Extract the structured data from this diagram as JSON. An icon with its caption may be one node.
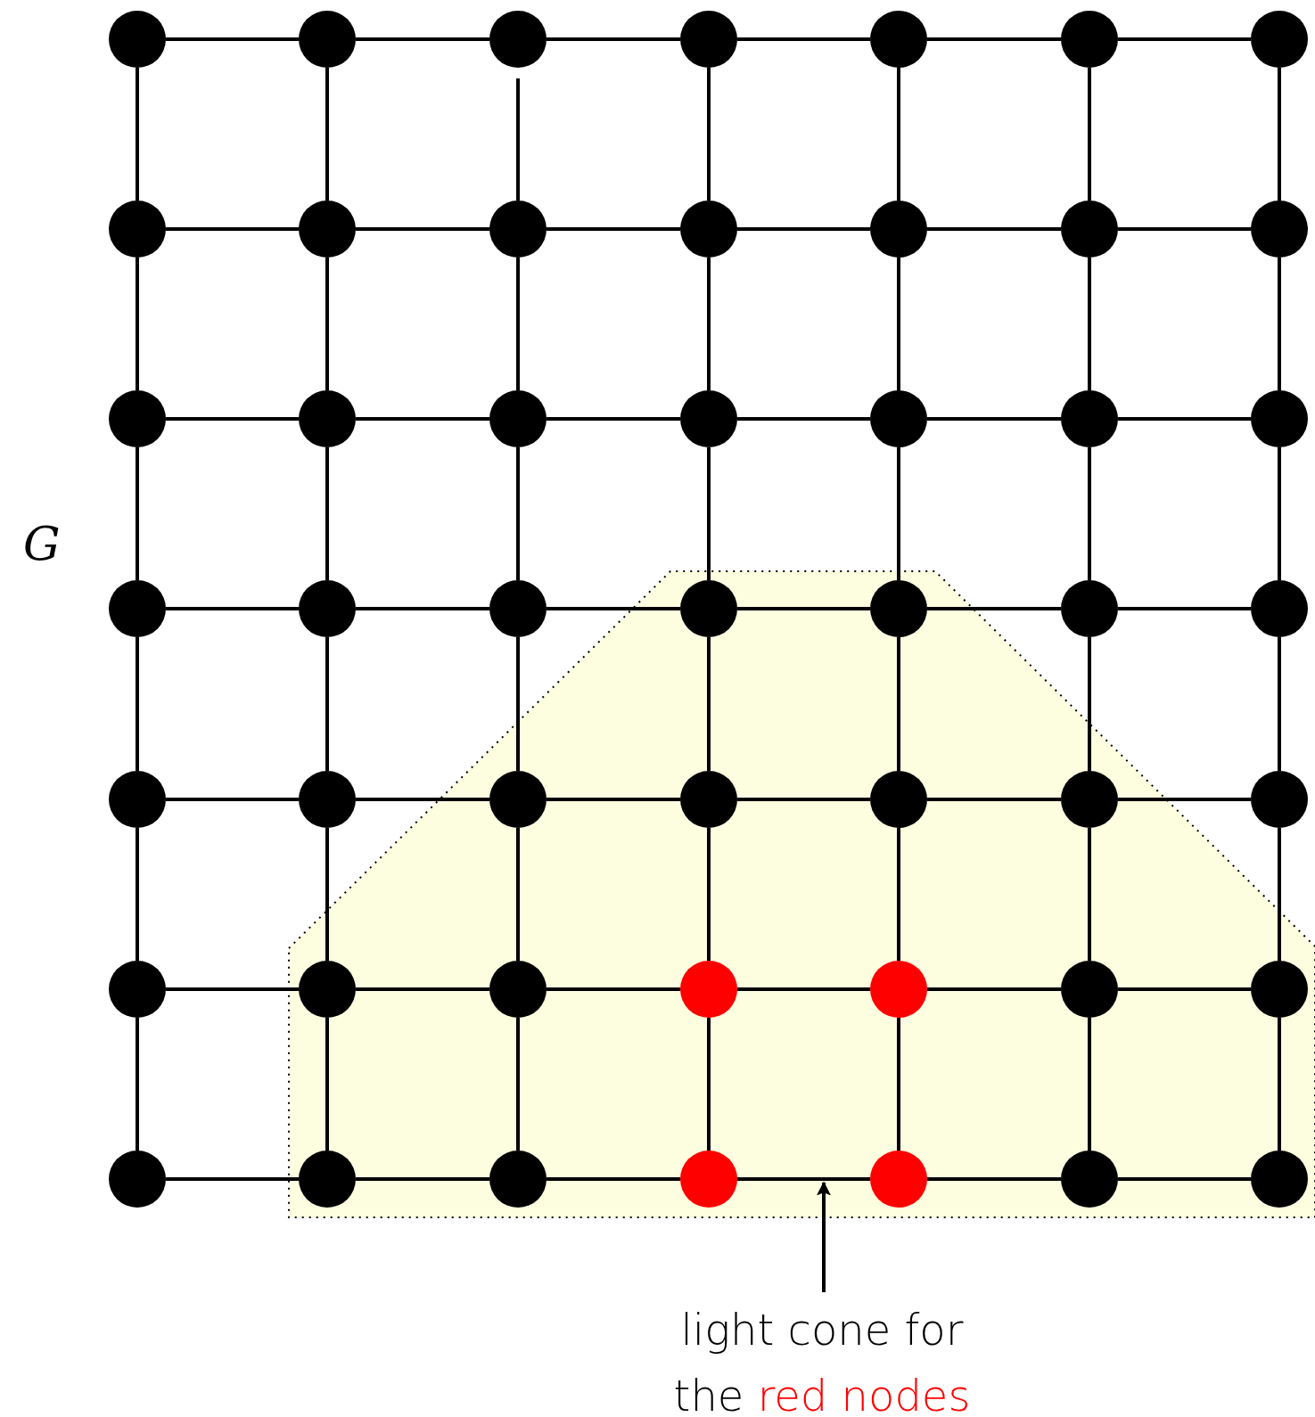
{
  "diagram": {
    "nodes": [
      {
        "text": [],
        "shape": "circle"
      },
      {
        "text": [],
        "shape": "circle"
      },
      {
        "text": [],
        "shape": "circle"
      },
      {
        "text": [],
        "shape": "circle"
      },
      {
        "text": [],
        "shape": "circle"
      },
      {
        "text": [],
        "shape": "circle"
      },
      {
        "text": [],
        "shape": "circle"
      },
      {
        "text": [],
        "shape": "circle"
      },
      {
        "text": [],
        "shape": "circle"
      },
      {
        "text": [],
        "shape": "circle"
      },
      {
        "text": [],
        "shape": "circle"
      },
      {
        "text": [],
        "shape": "circle"
      },
      {
        "text": [],
        "shape": "circle"
      },
      {
        "text": [],
        "shape": "circle"
      },
      {
        "text": [],
        "shape": "circle"
      },
      {
        "text": [],
        "shape": "circle"
      },
      {
        "text": [],
        "shape": "circle"
      },
      {
        "text": [],
        "shape": "circle"
      },
      {
        "text": [],
        "shape": "circle"
      },
      {
        "text": [],
        "shape": "circle"
      },
      {
        "text": [],
        "shape": "circle"
      },
      {
        "text": [],
        "shape": "circle"
      },
      {
        "text": [],
        "shape": "circle"
      },
      {
        "text": [],
        "shape": "circle"
      },
      {
        "text": [],
        "shape": "circle"
      },
      {
        "text": [],
        "shape": "circle"
      },
      {
        "text": [],
        "shape": "circle"
      },
      {
        "text": [],
        "shape": "circle"
      },
      {
        "text": [],
        "shape": "circle"
      },
      {
        "text": [],
        "shape": "circle"
      },
      {
        "text": [],
        "shape": "circle"
      },
      {
        "text": [],
        "shape": "circle"
      },
      {
        "text": [],
        "shape": "circle"
      },
      {
        "text": [],
        "shape": "circle"
      },
      {
        "text": [],
        "shape": "circle"
      },
      {
        "text": [],
        "shape": "circle"
      },
      {
        "text": [],
        "shape": "circle"
      },
      {
        "text": [],
        "shape": "circle"
      },
      {
        "text": [],
        "shape": "circle"
      },
      {
        "text": [],
        "shape": "circle"
      },
      {
        "text": [],
        "shape": "circle"
      },
      {
        "text": [],
        "shape": "circle"
      },
      {
        "text": [],
        "shape": "circle"
      },
      {
        "text": [],
        "shape": "circle"
      },
      {
        "text": [],
        "shape": "circle"
      },
      {
        "text": [],
        "shape": "circle"
      },
      {
        "text": [],
        "shape": "circle"
      },
      {
        "text": [],
        "shape": "circle"
      },
      {
        "text": [],
        "shape": "circle"
      },
      {
        "text": [
          "light cone for the",
          "red nodes"
        ]
      }
    ],
    "edges": [
      {
        "from": 0,
        "to": 1,
        "arrow": "none"
      },
      {
        "from": 1,
        "to": 2,
        "arrow": "none"
      },
      {
        "from": 2,
        "to": 3,
        "arrow": "none"
      },
      {
        "from": 3,
        "to": 4,
        "arrow": "none"
      },
      {
        "from": 4,
        "to": 5,
        "arrow": "none"
      },
      {
        "from": 5,
        "to": 6,
        "arrow": "none"
      },
      {
        "from": 7,
        "to": 8,
        "arrow": "none"
      },
      {
        "from": 8,
        "to": 9,
        "arrow": "none"
      },
      {
        "from": 9,
        "to": 10,
        "arrow": "none"
      },
      {
        "from": 10,
        "to": 11,
        "arrow": "none"
      },
      {
        "from": 11,
        "to": 12,
        "arrow": "none"
      },
      {
        "from": 12,
        "to": 13,
        "arrow": "none"
      },
      {
        "from": 14,
        "to": 15,
        "arrow": "none"
      },
      {
        "from": 15,
        "to": 16,
        "arrow": "none"
      },
      {
        "from": 16,
        "to": 17,
        "arrow": "none"
      },
      {
        "from": 17,
        "to": 18,
        "arrow": "none"
      },
      {
        "from": 18,
        "to": 19,
        "arrow": "none"
      },
      {
        "from": 19,
        "to": 20,
        "arrow": "none"
      },
      {
        "from": 21,
        "to": 22,
        "arrow": "none"
      },
      {
        "from": 22,
        "to": 23,
        "arrow": "none"
      },
      {
        "from": 23,
        "to": 24,
        "arrow": "none"
      },
      {
        "from": 24,
        "to": 25,
        "arrow": "none"
      },
      {
        "from": 25,
        "to": 26,
        "arrow": "none"
      },
      {
        "from": 26,
        "to": 27,
        "arrow": "none"
      },
      {
        "from": 28,
        "to": 29,
        "arrow": "none"
      },
      {
        "from": 29,
        "to": 30,
        "arrow": "none"
      },
      {
        "from": 30,
        "to": 31,
        "arrow": "none"
      },
      {
        "from": 31,
        "to": 32,
        "arrow": "none"
      },
      {
        "from": 32,
        "to": 33,
        "arrow": "none"
      },
      {
        "from": 33,
        "to": 34,
        "arrow": "none"
      },
      {
        "from": 35,
        "to": 36,
        "arrow": "none"
      },
      {
        "from": 36,
        "to": 37,
        "arrow": "none"
      },
      {
        "from": 37,
        "to": 38,
        "arrow": "none"
      },
      {
        "from": 38,
        "to": 39,
        "arrow": "none"
      },
      {
        "from": 39,
        "to": 40,
        "arrow": "none"
      },
      {
        "from": 40,
        "to": 41,
        "arrow": "none"
      },
      {
        "from": 42,
        "to": 43,
        "arrow": "none"
      },
      {
        "from": 43,
        "to": 44,
        "arrow": "none"
      },
      {
        "from": 44,
        "to": 45,
        "arrow": "none"
      },
      {
        "from": 45,
        "to": 46,
        "arrow": "none"
      },
      {
        "from": 46,
        "to": 47,
        "arrow": "none"
      },
      {
        "from": 47,
        "to": 48,
        "arrow": "none"
      },
      {
        "from": 0,
        "to": 7,
        "arrow": "none"
      },
      {
        "from": 1,
        "to": 8,
        "arrow": "none"
      },
      {
        "from": 2,
        "to": 9,
        "arrow": "none"
      },
      {
        "from": 3,
        "to": 10,
        "arrow": "none"
      },
      {
        "from": 4,
        "to": 11,
        "arrow": "none"
      },
      {
        "from": 5,
        "to": 12,
        "arrow": "none"
      },
      {
        "from": 6,
        "to": 13,
        "arrow": "none"
      },
      {
        "from": 7,
        "to": 14,
        "arrow": "none"
      },
      {
        "from": 8,
        "to": 15,
        "arrow": "none"
      },
      {
        "from": 9,
        "to": 16,
        "arrow": "none"
      },
      {
        "from": 10,
        "to": 17,
        "arrow": "none"
      },
      {
        "from": 11,
        "to": 18,
        "arrow": "none"
      },
      {
        "from": 12,
        "to": 19,
        "arrow": "none"
      },
      {
        "from": 13,
        "to": 20,
        "arrow": "none"
      },
      {
        "from": 14,
        "to": 21,
        "arrow": "none"
      },
      {
        "from": 15,
        "to": 22,
        "arrow": "none"
      },
      {
        "from": 16,
        "to": 23,
        "arrow": "none"
      },
      {
        "from": 17,
        "to": 24,
        "arrow": "none"
      },
      {
        "from": 18,
        "to": 25,
        "arrow": "none"
      },
      {
        "from": 19,
        "to": 26,
        "arrow": "none"
      },
      {
        "from": 20,
        "to": 27,
        "arrow": "none"
      },
      {
        "from": 21,
        "to": 28,
        "arrow": "none"
      },
      {
        "from": 22,
        "to": 29,
        "arrow": "none"
      },
      {
        "from": 23,
        "to": 30,
        "arrow": "none"
      },
      {
        "from": 24,
        "to": 31,
        "arrow": "none"
      },
      {
        "from": 25,
        "to": 32,
        "arrow": "none"
      },
      {
        "from": 26,
        "to": 33,
        "arrow": "none"
      },
      {
        "from": 27,
        "to": 34,
        "arrow": "none"
      },
      {
        "from": 28,
        "to": 35,
        "arrow": "none"
      },
      {
        "from": 29,
        "to": 36,
        "arrow": "none"
      },
      {
        "from": 30,
        "to": 37,
        "arrow": "none"
      },
      {
        "from": 31,
        "to": 38,
        "arrow": "none"
      },
      {
        "from": 32,
        "to": 39,
        "arrow": "none"
      },
      {
        "from": 33,
        "to": 40,
        "arrow": "none"
      },
      {
        "from": 34,
        "to": 41,
        "arrow": "none"
      },
      {
        "from": 35,
        "to": 42,
        "arrow": "none"
      },
      {
        "from": 36,
        "to": 43,
        "arrow": "none"
      },
      {
        "from": 37,
        "to": 44,
        "arrow": "none"
      },
      {
        "from": 38,
        "to": 45,
        "arrow": "none"
      },
      {
        "from": 39,
        "to": 46,
        "arrow": "none"
      },
      {
        "from": 40,
        "to": 47,
        "arrow": "none"
      },
      {
        "from": 41,
        "to": 48,
        "arrow": "none"
      },
      {
        "from": 49,
        "to": null,
        "arrow": "to"
      }
    ],
    "labels": [
      "G"
    ]
  }
}
